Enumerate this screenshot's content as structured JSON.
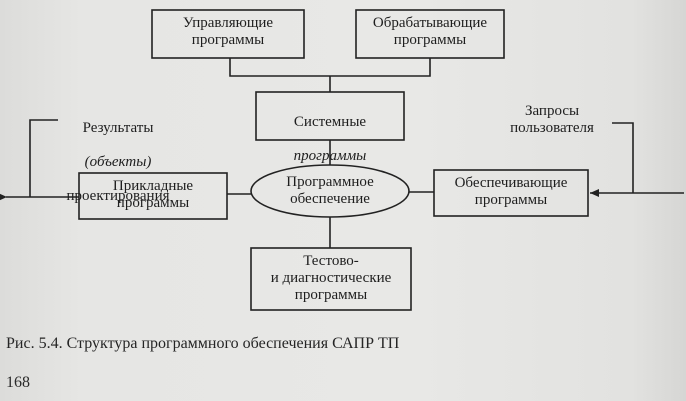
{
  "diagram": {
    "nodes": {
      "control": "Управляющие\nпрограммы",
      "processing": "Обрабатывающие\nпрограммы",
      "system_line1": "Системные",
      "system_line2": "программы",
      "applied": "Прикладные\nпрограммы",
      "software_core": "Программное\nобеспечение",
      "support": "Обеспечивающие\nпрограммы",
      "test": "Тестово-\nи диагностические\nпрограммы"
    },
    "annotations": {
      "results_line1": "Результаты",
      "results_line2": "(объекты)",
      "results_line3": "проектирования",
      "requests": "Запросы\nпользователя"
    }
  },
  "caption": "Рис. 5.4. Структура программного обеспечения САПР ТП",
  "page_number": "168"
}
